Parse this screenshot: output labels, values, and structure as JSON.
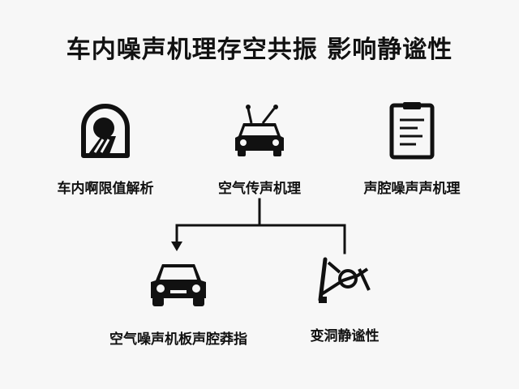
{
  "title": "车内噪声机理存空共振 影响静谧性",
  "nodes": {
    "top_left": {
      "label": "车内啊限值解析",
      "icon": "gauge-icon"
    },
    "top_center": {
      "label": "空气传声机理",
      "icon": "car-antenna-icon"
    },
    "top_right": {
      "label": "声腔噪声声机理",
      "icon": "document-icon"
    },
    "bottom_left": {
      "label": "空气噪声机板声腔莽指",
      "icon": "car-icon"
    },
    "bottom_right": {
      "label": "变洞静谧性",
      "icon": "steering-linkage-icon"
    }
  },
  "colors": {
    "line": "#111111",
    "background": "#f7f7f7"
  }
}
